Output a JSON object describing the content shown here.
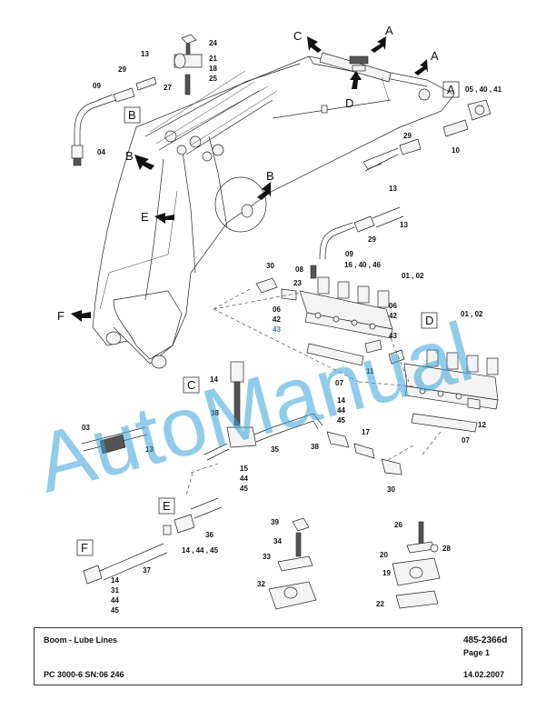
{
  "watermark": "AutoManual",
  "footer": {
    "title": "Boom - Lube Lines",
    "doc_number": "485-2366d",
    "page": "Page 1",
    "model": "PC 3000-6 SN:06 246",
    "date": "14.02.2007"
  },
  "views": {
    "A": "A",
    "B": "B",
    "C": "C",
    "D": "D",
    "E": "E",
    "F": "F"
  },
  "callouts": {
    "c24": "24",
    "c21": "21",
    "c18": "18",
    "c25": "25",
    "c27": "27",
    "c13a": "13",
    "c29a": "29",
    "c09a": "09",
    "c04": "04",
    "c05_40_41": "05 , 40 , 41",
    "c29b": "29",
    "c10": "10",
    "c13b": "13",
    "c13c": "13",
    "c29c": "29",
    "c09b": "09",
    "c08": "08",
    "c16_40_46": "16 , 40 , 46",
    "c23": "23",
    "c01_02a": "01 , 02",
    "c30a": "30",
    "c06a": "06",
    "c42a": "42",
    "c43a": "43",
    "c06b": "06",
    "c42b": "42",
    "c43b": "43",
    "c01_02b": "01 , 02",
    "c11": "11",
    "c07a": "07",
    "c07b": "07",
    "c12": "12",
    "c14a": "14",
    "c38a": "38",
    "c14b": "14",
    "c44a": "44",
    "c45a": "45",
    "c17": "17",
    "c38b": "38",
    "c35": "35",
    "c03": "03",
    "c13d": "13",
    "c15": "15",
    "c44b": "44",
    "c45b": "45",
    "c30b": "30",
    "c36": "36",
    "c14_44_45": "14 , 44 , 45",
    "c37": "37",
    "c14c": "14",
    "c31": "31",
    "c44c": "44",
    "c45c": "45",
    "c39": "39",
    "c34": "34",
    "c33": "33",
    "c32": "32",
    "c26": "26",
    "c20": "20",
    "c28": "28",
    "c19": "19",
    "c22": "22"
  }
}
